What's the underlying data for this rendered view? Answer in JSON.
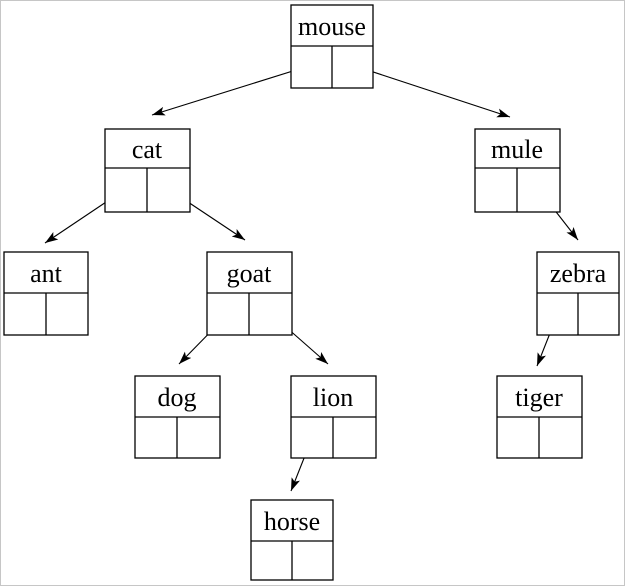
{
  "diagram": {
    "type": "binary-tree",
    "background_color": "#ffffff",
    "line_color": "#000000",
    "frame_border_color": "#c6c6c6"
  },
  "nodes": [
    {
      "label": "mouse",
      "left_child": "cat",
      "right_child": "mule"
    },
    {
      "label": "cat",
      "left_child": "ant",
      "right_child": "goat"
    },
    {
      "label": "mule",
      "left_child": null,
      "right_child": "zebra"
    },
    {
      "label": "ant",
      "left_child": null,
      "right_child": null
    },
    {
      "label": "goat",
      "left_child": "dog",
      "right_child": "lion"
    },
    {
      "label": "zebra",
      "left_child": "tiger",
      "right_child": null
    },
    {
      "label": "dog",
      "left_child": null,
      "right_child": null
    },
    {
      "label": "lion",
      "left_child": "horse",
      "right_child": null
    },
    {
      "label": "tiger",
      "left_child": null,
      "right_child": null
    },
    {
      "label": "horse",
      "left_child": null,
      "right_child": null
    }
  ],
  "edges": [
    {
      "from": "mouse",
      "pointer": "left",
      "to": "cat"
    },
    {
      "from": "mouse",
      "pointer": "right",
      "to": "mule"
    },
    {
      "from": "cat",
      "pointer": "left",
      "to": "ant"
    },
    {
      "from": "cat",
      "pointer": "right",
      "to": "goat"
    },
    {
      "from": "goat",
      "pointer": "left",
      "to": "dog"
    },
    {
      "from": "goat",
      "pointer": "right",
      "to": "lion"
    },
    {
      "from": "mule",
      "pointer": "right",
      "to": "zebra"
    },
    {
      "from": "zebra",
      "pointer": "left",
      "to": "tiger"
    },
    {
      "from": "lion",
      "pointer": "left",
      "to": "horse"
    }
  ]
}
